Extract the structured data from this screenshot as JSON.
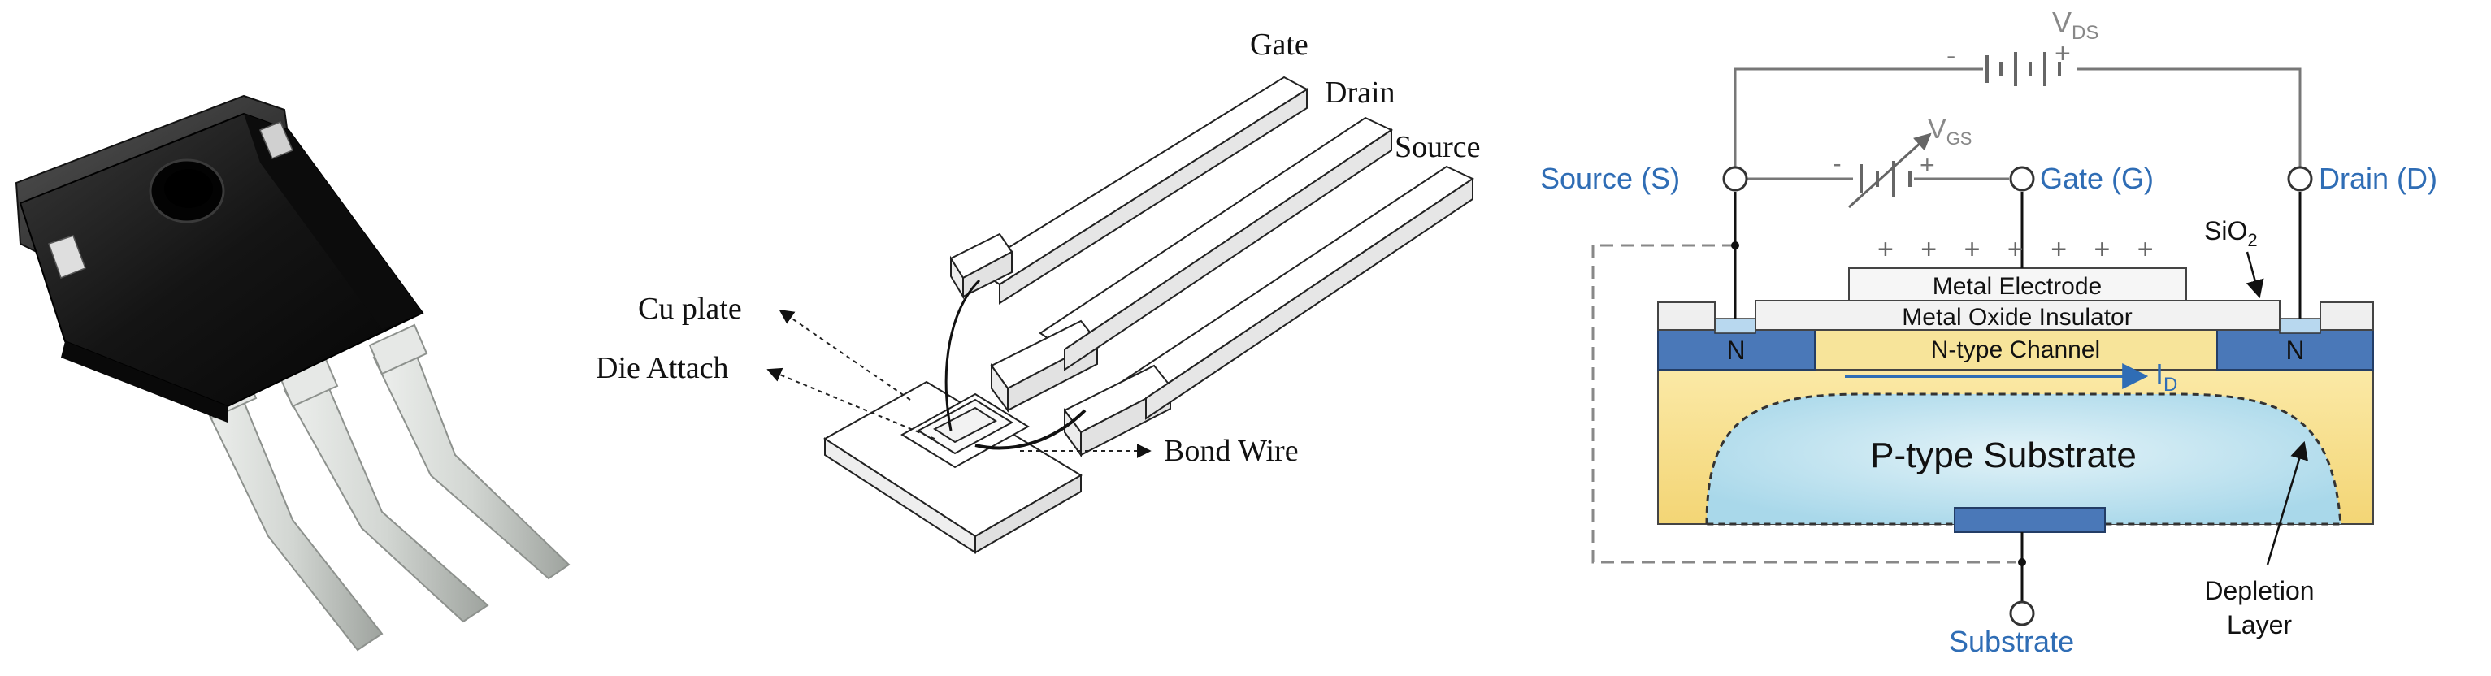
{
  "package_labels": {
    "gate": "Gate",
    "drain": "Drain",
    "source": "Source",
    "cu_plate": "Cu plate",
    "die_attach": "Die Attach",
    "bond_wire": "Bond Wire"
  },
  "mosfet": {
    "vds_main": "V",
    "vds_sub": "DS",
    "vgs_main": "V",
    "vgs_sub": "GS",
    "minus": "-",
    "plus": "+",
    "source_terminal": "Source (S)",
    "gate_terminal": "Gate (G)",
    "drain_terminal": "Drain (D)",
    "sio2_main": "SiO",
    "sio2_sub": "2",
    "charges": "+ + + + + + +",
    "metal_electrode": "Metal Electrode",
    "metal_oxide_insulator": "Metal Oxide Insulator",
    "n_left": "N",
    "n_right": "N",
    "n_type_channel": "N-type Channel",
    "id_main": "I",
    "id_sub": "D",
    "p_type_substrate": "P-type Substrate",
    "depletion_line1": "Depletion",
    "depletion_line2": "Layer",
    "substrate_terminal": "Substrate"
  },
  "colors": {
    "terminal_label": "#2f6db5",
    "n_region": "#4a78b8",
    "substrate_fill": "#f6e08a",
    "depletion_fill": "#bfe3f0",
    "electrode_fill": "#f4f4f4",
    "body_black": "#1a1a1a",
    "lead_grey": "#cfd2cf"
  }
}
